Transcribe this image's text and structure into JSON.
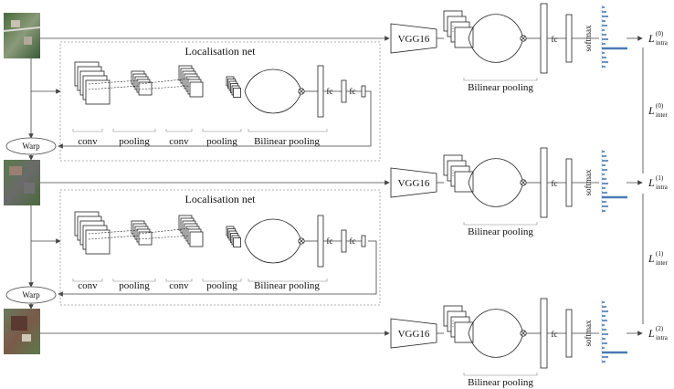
{
  "labels": {
    "localisation_net": "Localisation net",
    "conv": "conv",
    "pooling": "pooling",
    "bilinear_pooling": "Bilinear pooling",
    "fc": "fc",
    "softmax": "softmax",
    "vgg16": "VGG16",
    "warp": "Warp",
    "otimes": "⊗"
  },
  "losses": {
    "intra": [
      {
        "symbol": "L",
        "sup": "(0)",
        "sub": "intra"
      },
      {
        "symbol": "L",
        "sup": "(1)",
        "sub": "intra"
      },
      {
        "symbol": "L",
        "sup": "(2)",
        "sub": "intra"
      }
    ],
    "inter": [
      {
        "symbol": "L",
        "sup": "(0)",
        "sub": "inter"
      },
      {
        "symbol": "L",
        "sup": "(1)",
        "sub": "inter"
      }
    ]
  },
  "colors": {
    "histogram": "#4a7ab5",
    "line": "#444444",
    "dashed_border": "#999999"
  }
}
